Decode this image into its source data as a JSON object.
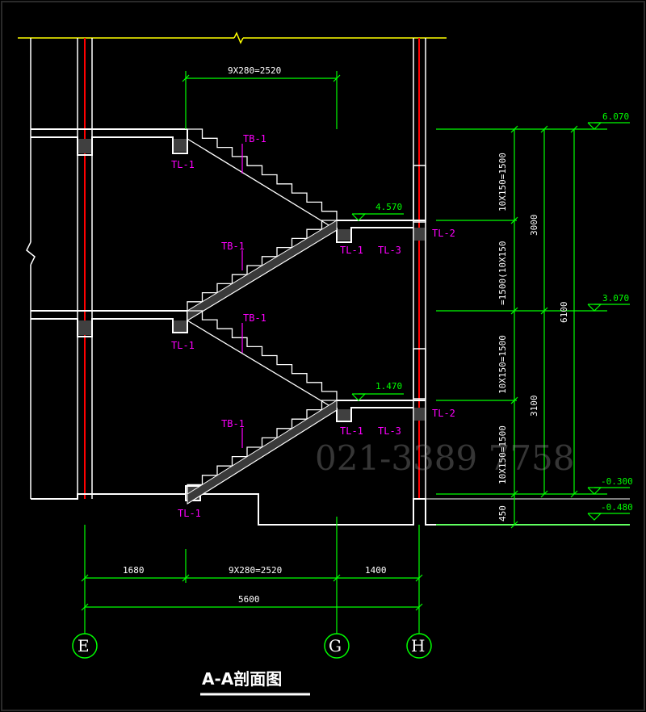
{
  "drawing": {
    "title": "A-A剖面图",
    "watermark": "021-3389 7758"
  },
  "dimensions": {
    "top_run": "9X280=2520",
    "bottom_left": "1680",
    "bottom_run": "9X280=2520",
    "bottom_right": "1400",
    "bottom_total": "5600",
    "flight_upper_top": "10X150=1500",
    "flight_upper_bottom": "=1500(10X150",
    "flight_lower_top": "10X150=1500",
    "flight_lower_bottom": "10X150=1500",
    "floor_upper": "3000",
    "floor_lower": "3100",
    "total_height": "6100",
    "foundation": "450"
  },
  "levels": {
    "top": "6.070",
    "landing_upper": "4.570",
    "middle": "3.070",
    "landing_lower": "1.470",
    "ground": "-0.300",
    "foundation": "-0.480"
  },
  "labels": {
    "tb1": "TB-1",
    "tl1": "TL-1",
    "tl2": "TL-2",
    "tl3": "TL-3"
  },
  "axes": {
    "e": "E",
    "g": "G",
    "h": "H"
  },
  "colors": {
    "background": "#000000",
    "structure": "#ffffff",
    "dimension": "#00ff00",
    "column": "#ff0000",
    "beam_label": "#ff00ff",
    "slab_top": "#ffff00"
  }
}
